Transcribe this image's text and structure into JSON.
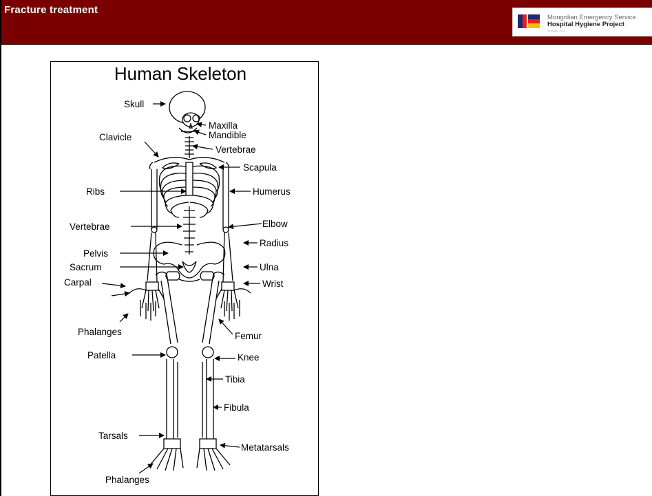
{
  "slide": {
    "title": "Fracture treatment"
  },
  "logo": {
    "line1": "Mongolian Emergency Service",
    "line2": "Hospital Hygiene Project",
    "line3": "Mongolia 2010",
    "colors": {
      "red": "#e31e24",
      "navy": "#1d2a6b",
      "blue": "#2b6cc4"
    }
  },
  "figure": {
    "title": "Human Skeleton",
    "labels": {
      "skull": "Skull",
      "maxilla": "Maxilla",
      "mandible": "Mandible",
      "clavicle": "Clavicle",
      "vertebrae_neck": "Vertebrae",
      "scapula": "Scapula",
      "ribs": "Ribs",
      "humerus": "Humerus",
      "vertebrae_spine": "Vertebrae",
      "elbow": "Elbow",
      "radius": "Radius",
      "pelvis": "Pelvis",
      "sacrum": "Sacrum",
      "ulna": "Ulna",
      "carpal": "Carpal",
      "wrist": "Wrist",
      "phalanges_hand": "Phalanges",
      "femur": "Femur",
      "patella": "Patella",
      "knee": "Knee",
      "tibia": "Tibia",
      "fibula": "Fibula",
      "tarsals": "Tarsals",
      "metatarsals": "Metatarsals",
      "phalanges_foot": "Phalanges"
    }
  },
  "colors": {
    "title_bar": "#7a0000",
    "title_text": "#ffffff"
  }
}
